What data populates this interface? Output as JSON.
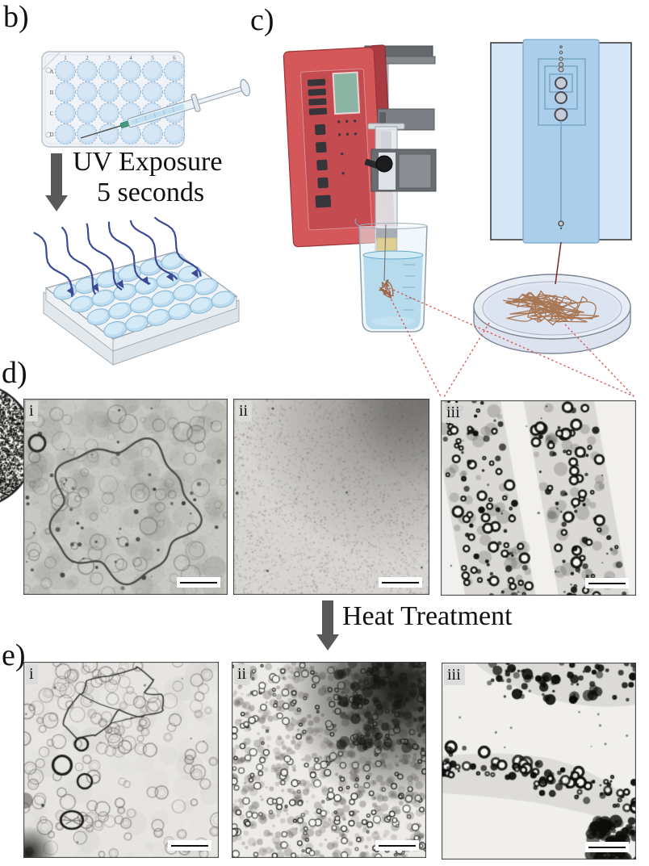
{
  "figure": {
    "panel_b": {
      "label": "b)",
      "uv_caption_line1": "UV Exposure",
      "uv_caption_line2": "5 seconds",
      "plate": {
        "column_labels": [
          "1",
          "2",
          "3",
          "4",
          "5",
          "6"
        ],
        "row_labels": [
          "A",
          "B",
          "C",
          "D"
        ]
      }
    },
    "panel_c": {
      "label": "c)"
    },
    "panel_d": {
      "label": "d)",
      "micrographs": [
        {
          "label": "i"
        },
        {
          "label": "ii"
        },
        {
          "label": "iii"
        }
      ]
    },
    "panel_e": {
      "label": "e)",
      "micrographs": [
        {
          "label": "i"
        },
        {
          "label": "ii"
        },
        {
          "label": "iii"
        }
      ]
    },
    "heat_caption": "Heat Treatment"
  },
  "colors": {
    "process_arrow_gray": "#58595b",
    "uv_arrow_blue": "#3c4a96",
    "pump_red": "#d4575a",
    "pump_red_dark": "#a83c42",
    "screen_teal": "#8ab5a5",
    "syringe_yellow": "#d9a41f",
    "callout_red": "#d95252",
    "fiber_brown": "#9c6848",
    "well_blue": "#c8def2",
    "chip_blue": "#abcfeb",
    "liquid_blue": "#b5dbed"
  }
}
